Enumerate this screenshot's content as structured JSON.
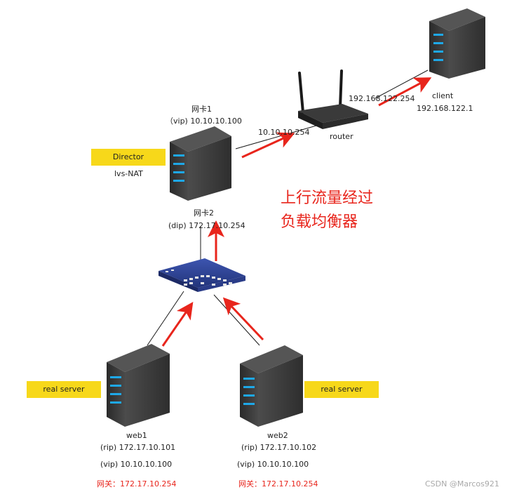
{
  "client": {
    "label": "client",
    "ip": "192.168.122.1"
  },
  "router": {
    "label": "router",
    "wan_ip": "192.168.122.254",
    "lan_ip": "10.10.10.254"
  },
  "director": {
    "tag": "Director",
    "mode": "lvs-NAT",
    "nic1": {
      "name": "网卡1",
      "line": "（vip)   10.10.10.100"
    },
    "nic2": {
      "name": "网卡2",
      "line": "(dip) 172.17.10.254"
    }
  },
  "caption": {
    "line1": "上行流量经过",
    "line2": "负载均衡器"
  },
  "web1": {
    "tag": "real server",
    "name": "web1",
    "rip": "(rip) 172.17.10.101",
    "vip": "(vip)   10.10.10.100",
    "gateway": "网关：172.17.10.254"
  },
  "web2": {
    "tag": "real server",
    "name": "web2",
    "rip": "(rip) 172.17.10.102",
    "vip": "(vip)   10.10.10.100",
    "gateway": "网关：172.17.10.254"
  },
  "watermark": "CSDN @Marcos921",
  "colors": {
    "arrow": "#e8251c",
    "tag": "#f7d81a",
    "server_body": "#3a3a3a",
    "led": "#1ea8e8",
    "switch": "#2b3f8f"
  },
  "icons": [
    "server-icon",
    "router-icon",
    "switch-icon",
    "arrow-icon"
  ]
}
